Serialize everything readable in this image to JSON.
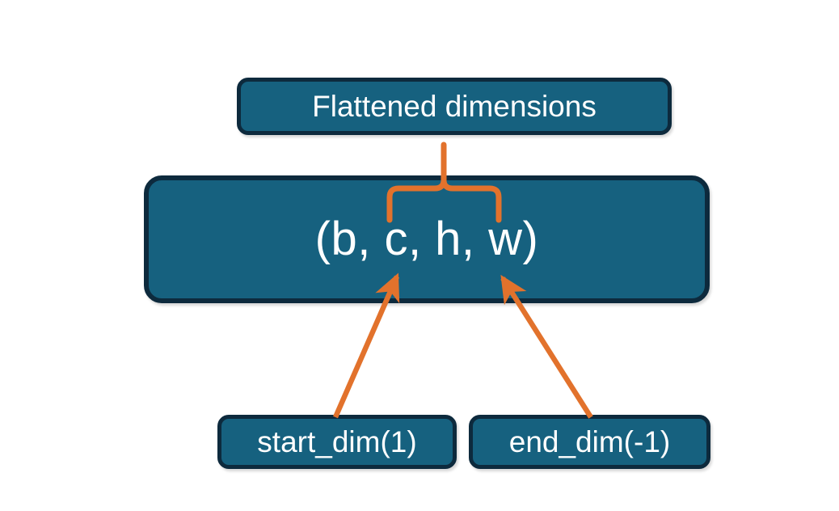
{
  "diagram": {
    "title_node": "Flattened dimensions",
    "shape_node": "(b, c, h, w)",
    "start_node": "start_dim(1)",
    "end_node": "end_dim(-1)",
    "colors": {
      "node_fill": "#16617f",
      "node_border": "#0d2a3d",
      "node_text": "#ffffff",
      "accent_orange": "#E2722C",
      "background": "#ffffff"
    },
    "annotations": {
      "brace": "upward-curly-brace",
      "arrow_left": "arrow-start-dim-to-shape",
      "arrow_right": "arrow-end-dim-to-shape"
    }
  }
}
